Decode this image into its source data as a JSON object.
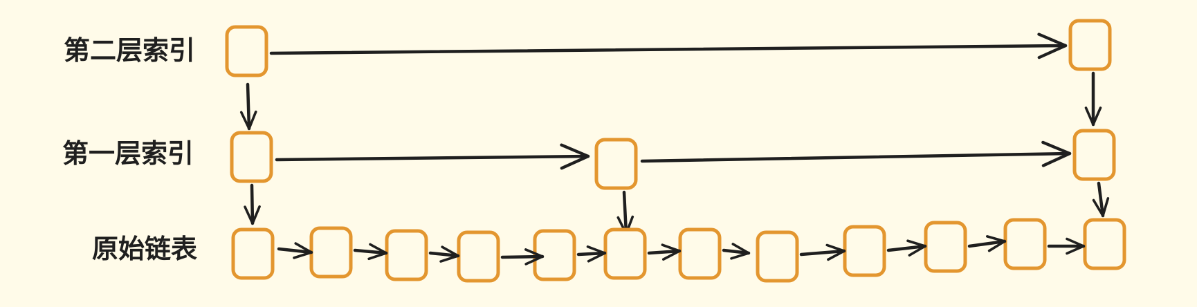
{
  "labels": {
    "level2": "第二层索引",
    "level1": "第一层索引",
    "base": "原始链表"
  },
  "colors": {
    "background": "#fffbe9",
    "node_stroke": "#e3962f",
    "arrow": "#1f1f1f",
    "text": "#1f1f1f"
  },
  "structure": {
    "base_node_count": 12,
    "level1_node_count": 3,
    "level2_node_count": 2
  }
}
